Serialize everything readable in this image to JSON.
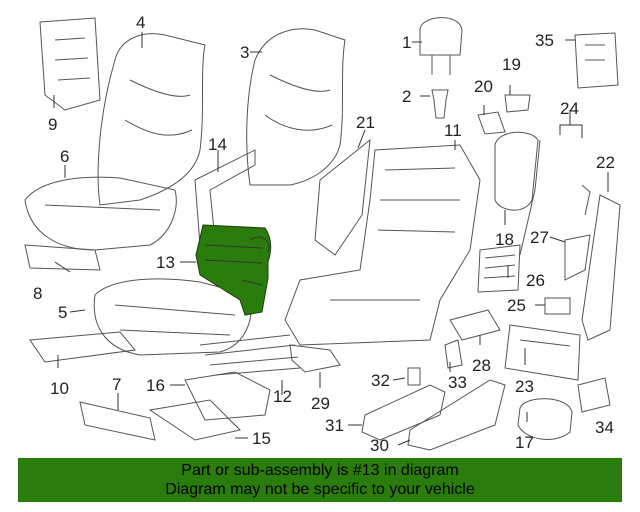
{
  "callouts": {
    "c1": "1",
    "c2": "2",
    "c3": "3",
    "c4": "4",
    "c5": "5",
    "c6": "6",
    "c7": "7",
    "c8": "8",
    "c9": "9",
    "c10": "10",
    "c11": "11",
    "c12": "12",
    "c13": "13",
    "c14": "14",
    "c15": "15",
    "c16": "16",
    "c17": "17",
    "c18": "18",
    "c19": "19",
    "c20": "20",
    "c21": "21",
    "c22": "22",
    "c23": "23",
    "c24": "24",
    "c25": "25",
    "c26": "26",
    "c27": "27",
    "c28": "28",
    "c29": "29",
    "c30": "30",
    "c31": "31",
    "c32": "32",
    "c33": "33",
    "c35": "35"
  },
  "highlight": {
    "part": "13",
    "color": "#2a7d0c"
  },
  "banner": {
    "line1": "Part or sub-assembly is #13 in diagram",
    "line2": "Diagram may not be specific to your vehicle",
    "color": "#2a7d0c"
  }
}
